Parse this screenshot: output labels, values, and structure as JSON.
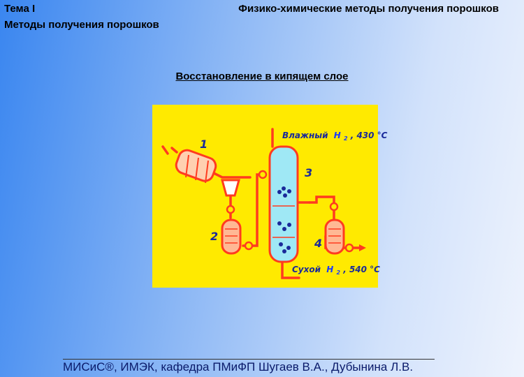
{
  "header": {
    "topic": "Тема I",
    "right_title": "Физико-химические методы получения порошков",
    "subtitle": "Методы получения порошков"
  },
  "slide": {
    "heading": "Восстановление в кипящем слое"
  },
  "diagram": {
    "labels": {
      "n1": "1",
      "n2": "2",
      "n3": "3",
      "n4": "4",
      "top_prefix": "Влажный",
      "top_h": "H",
      "top_sub": "2",
      "top_temp": ", 430 °C",
      "bottom_prefix": "Сухой",
      "bottom_h": "H",
      "bottom_sub": "2",
      "bottom_temp": ", 540 °C"
    },
    "colors": {
      "background": "#ffea00",
      "pipe": "#ff3b1f",
      "reactor_fill": "#9fe8f5",
      "label_blue": "#1a2a9a"
    }
  },
  "footer": {
    "credits": "МИСиС®, ИМЭК, кафедра ПМиФП Шугаев В.А., Дубынина Л.В."
  }
}
